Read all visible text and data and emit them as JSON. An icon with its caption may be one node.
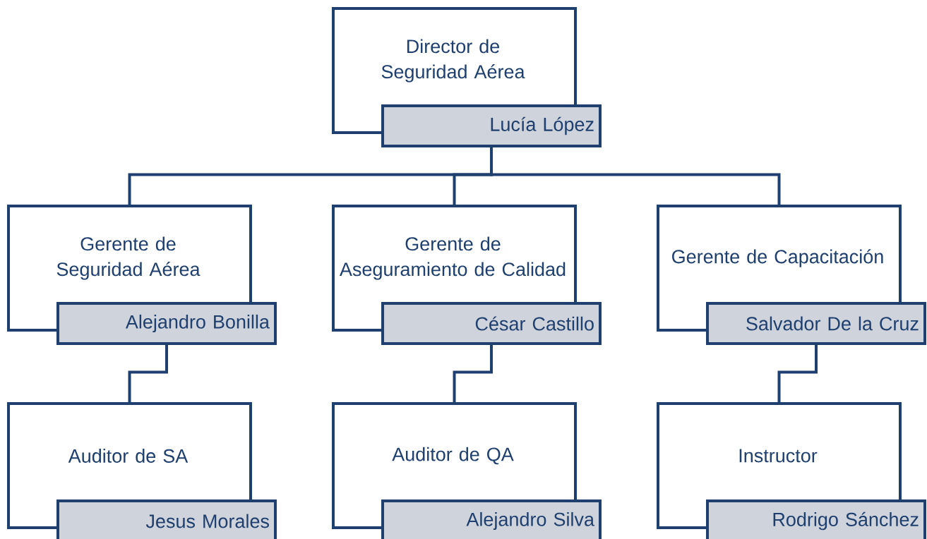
{
  "diagram": {
    "nodes": [
      {
        "text": [
          "Director de Seguridad Aérea"
        ]
      },
      {
        "text": [
          "Lucía López"
        ]
      },
      {
        "text": [
          "Gerente de Seguridad Aérea"
        ]
      },
      {
        "text": [
          "Alejandro Bonilla"
        ]
      },
      {
        "text": [
          "Gerente de Aseguramiento de Calidad"
        ]
      },
      {
        "text": [
          "César Castillo"
        ]
      },
      {
        "text": [
          "Gerente de Capacitación"
        ]
      },
      {
        "text": [
          "Salvador De la Cruz"
        ]
      },
      {
        "text": [
          "Auditor de SA"
        ]
      },
      {
        "text": [
          "Jesus Morales"
        ]
      },
      {
        "text": [
          "Auditor de QA"
        ]
      },
      {
        "text": [
          "Alejandro Silva"
        ]
      },
      {
        "text": [
          "Instructor"
        ]
      },
      {
        "text": [
          "Rodrigo Sánchez"
        ]
      }
    ],
    "edges": [
      {
        "from": 1,
        "to": 2,
        "arrow": "none"
      },
      {
        "from": 1,
        "to": 4,
        "arrow": "none"
      },
      {
        "from": 1,
        "to": 6,
        "arrow": "none"
      },
      {
        "from": 3,
        "to": 8,
        "arrow": "none"
      },
      {
        "from": 5,
        "to": 10,
        "arrow": "none"
      },
      {
        "from": 7,
        "to": 12,
        "arrow": "none"
      }
    ]
  }
}
